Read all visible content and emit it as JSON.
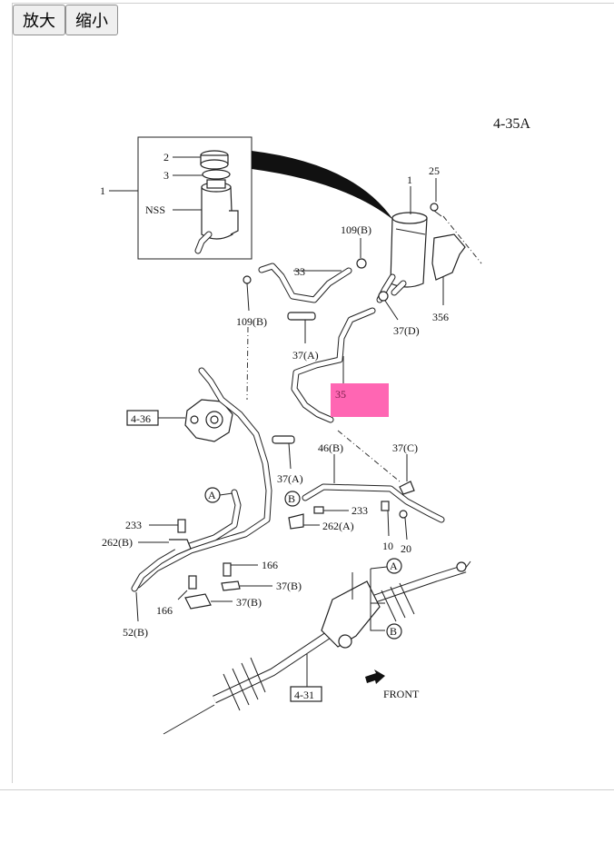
{
  "toolbar": {
    "zoom_in": "放大",
    "zoom_out": "缩小"
  },
  "diagram": {
    "sheet": "4-35A",
    "inset_labels": {
      "outer": "1",
      "cap": "2",
      "seal": "3",
      "reservoir": "NSS"
    },
    "labels": {
      "l1": "1",
      "l25": "25",
      "l109b_top": "109(B)",
      "l33": "33",
      "l109b_left": "109(B)",
      "l356": "356",
      "l37d": "37(D)",
      "l37a_top": "37(A)",
      "l35": "35",
      "l46b": "46(B)",
      "l37c": "37(C)",
      "l37a_mid": "37(A)",
      "lB1": "B",
      "l233_mid": "233",
      "l262a": "262(A)",
      "l10": "10",
      "l20": "20",
      "lA1": "A",
      "l233_left": "233",
      "l262b": "262(B)",
      "l166_a": "166",
      "l37b_a": "37(B)",
      "l166_b": "166",
      "l37b_b": "37(B)",
      "l52b": "52(B)",
      "lA2": "A",
      "lB2": "B",
      "front": "FRONT"
    },
    "refs": {
      "r436": "4-36",
      "r431": "4-31"
    },
    "highlight_color": "#ff66b3"
  }
}
